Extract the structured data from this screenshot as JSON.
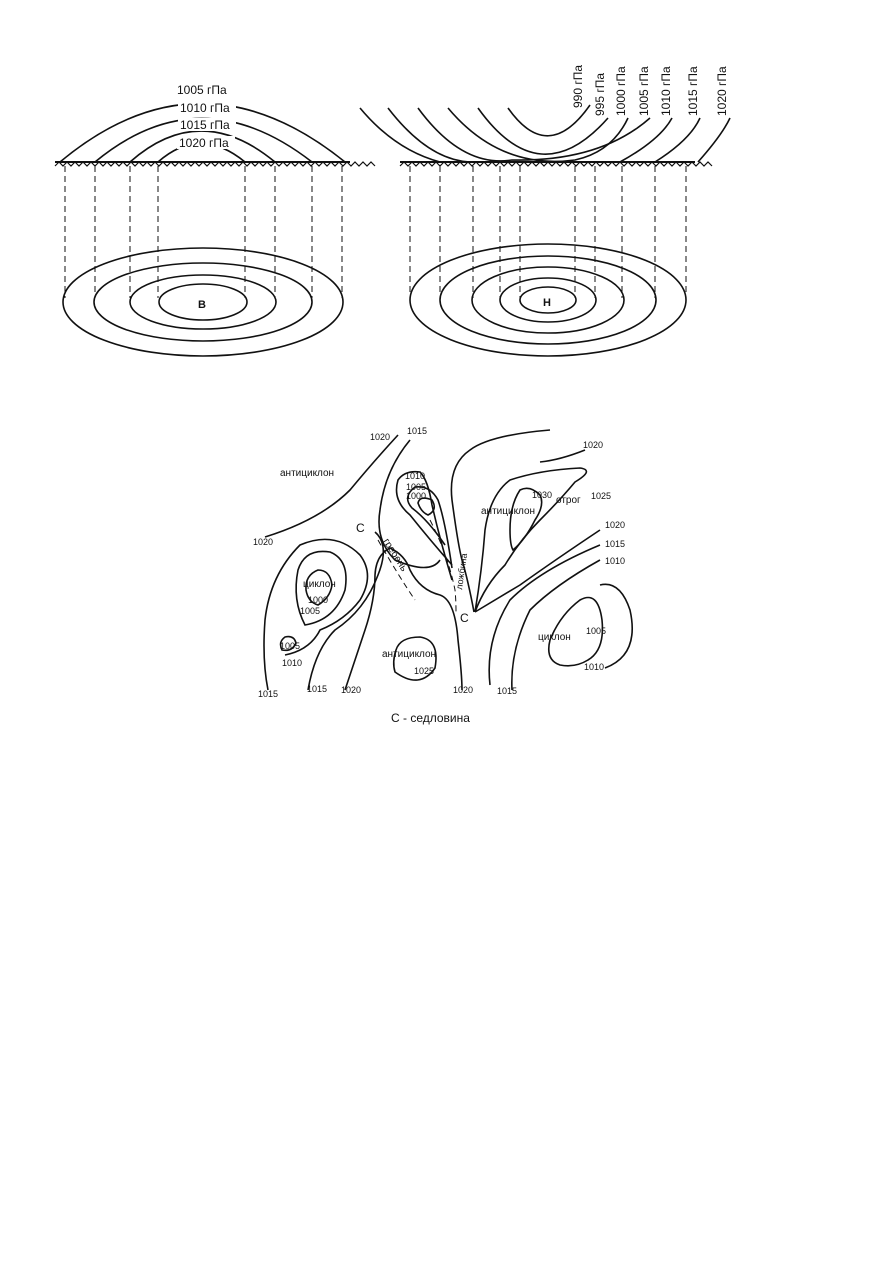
{
  "diagram_left": {
    "isobar_labels": [
      "1005 гПа",
      "1010 гПа",
      "1015 гПа",
      "1020 гПа"
    ],
    "center_label": "В"
  },
  "diagram_right": {
    "isobar_labels": [
      "990 гПа",
      "995 гПа",
      "1000 гПа",
      "1005 гПа",
      "1010 гПа",
      "1015 гПа",
      "1020 гПа"
    ],
    "center_label": "Н"
  },
  "synoptic_map": {
    "features": {
      "anticyclon_nw": "антициклон",
      "anticyclon_ne": "антициклон",
      "anticyclon_s": "антициклон",
      "cyclon_w": "циклон",
      "cyclon_e": "циклон",
      "ridge": "гребень",
      "trough": "ложбина",
      "spur": "отрог",
      "saddle_1": "С",
      "saddle_2": "С"
    },
    "isobar_values": {
      "v1020_top": "1020",
      "v1015_top": "1015",
      "v1020_left": "1020",
      "v1010_center": "1010",
      "v1005_center": "1005",
      "v1000_center": "1000",
      "v1020_top_right": "1020",
      "v1030": "1030",
      "v1025_right": "1025",
      "v1020_right": "1020",
      "v1015_right": "1015",
      "v1010_right": "1010",
      "v1000_cyclone": "1000",
      "v1005_cyclone": "1005",
      "v1005_small": "1005",
      "v1010_small": "1010",
      "v1025_anti": "1025",
      "v1005_east": "1005",
      "v1010_east": "1010",
      "v1015_b1": "1015",
      "v1015_b2": "1015",
      "v1020_b1": "1020",
      "v1020_b2": "1020",
      "v1015_b3": "1015"
    },
    "caption": "С - седловина"
  }
}
